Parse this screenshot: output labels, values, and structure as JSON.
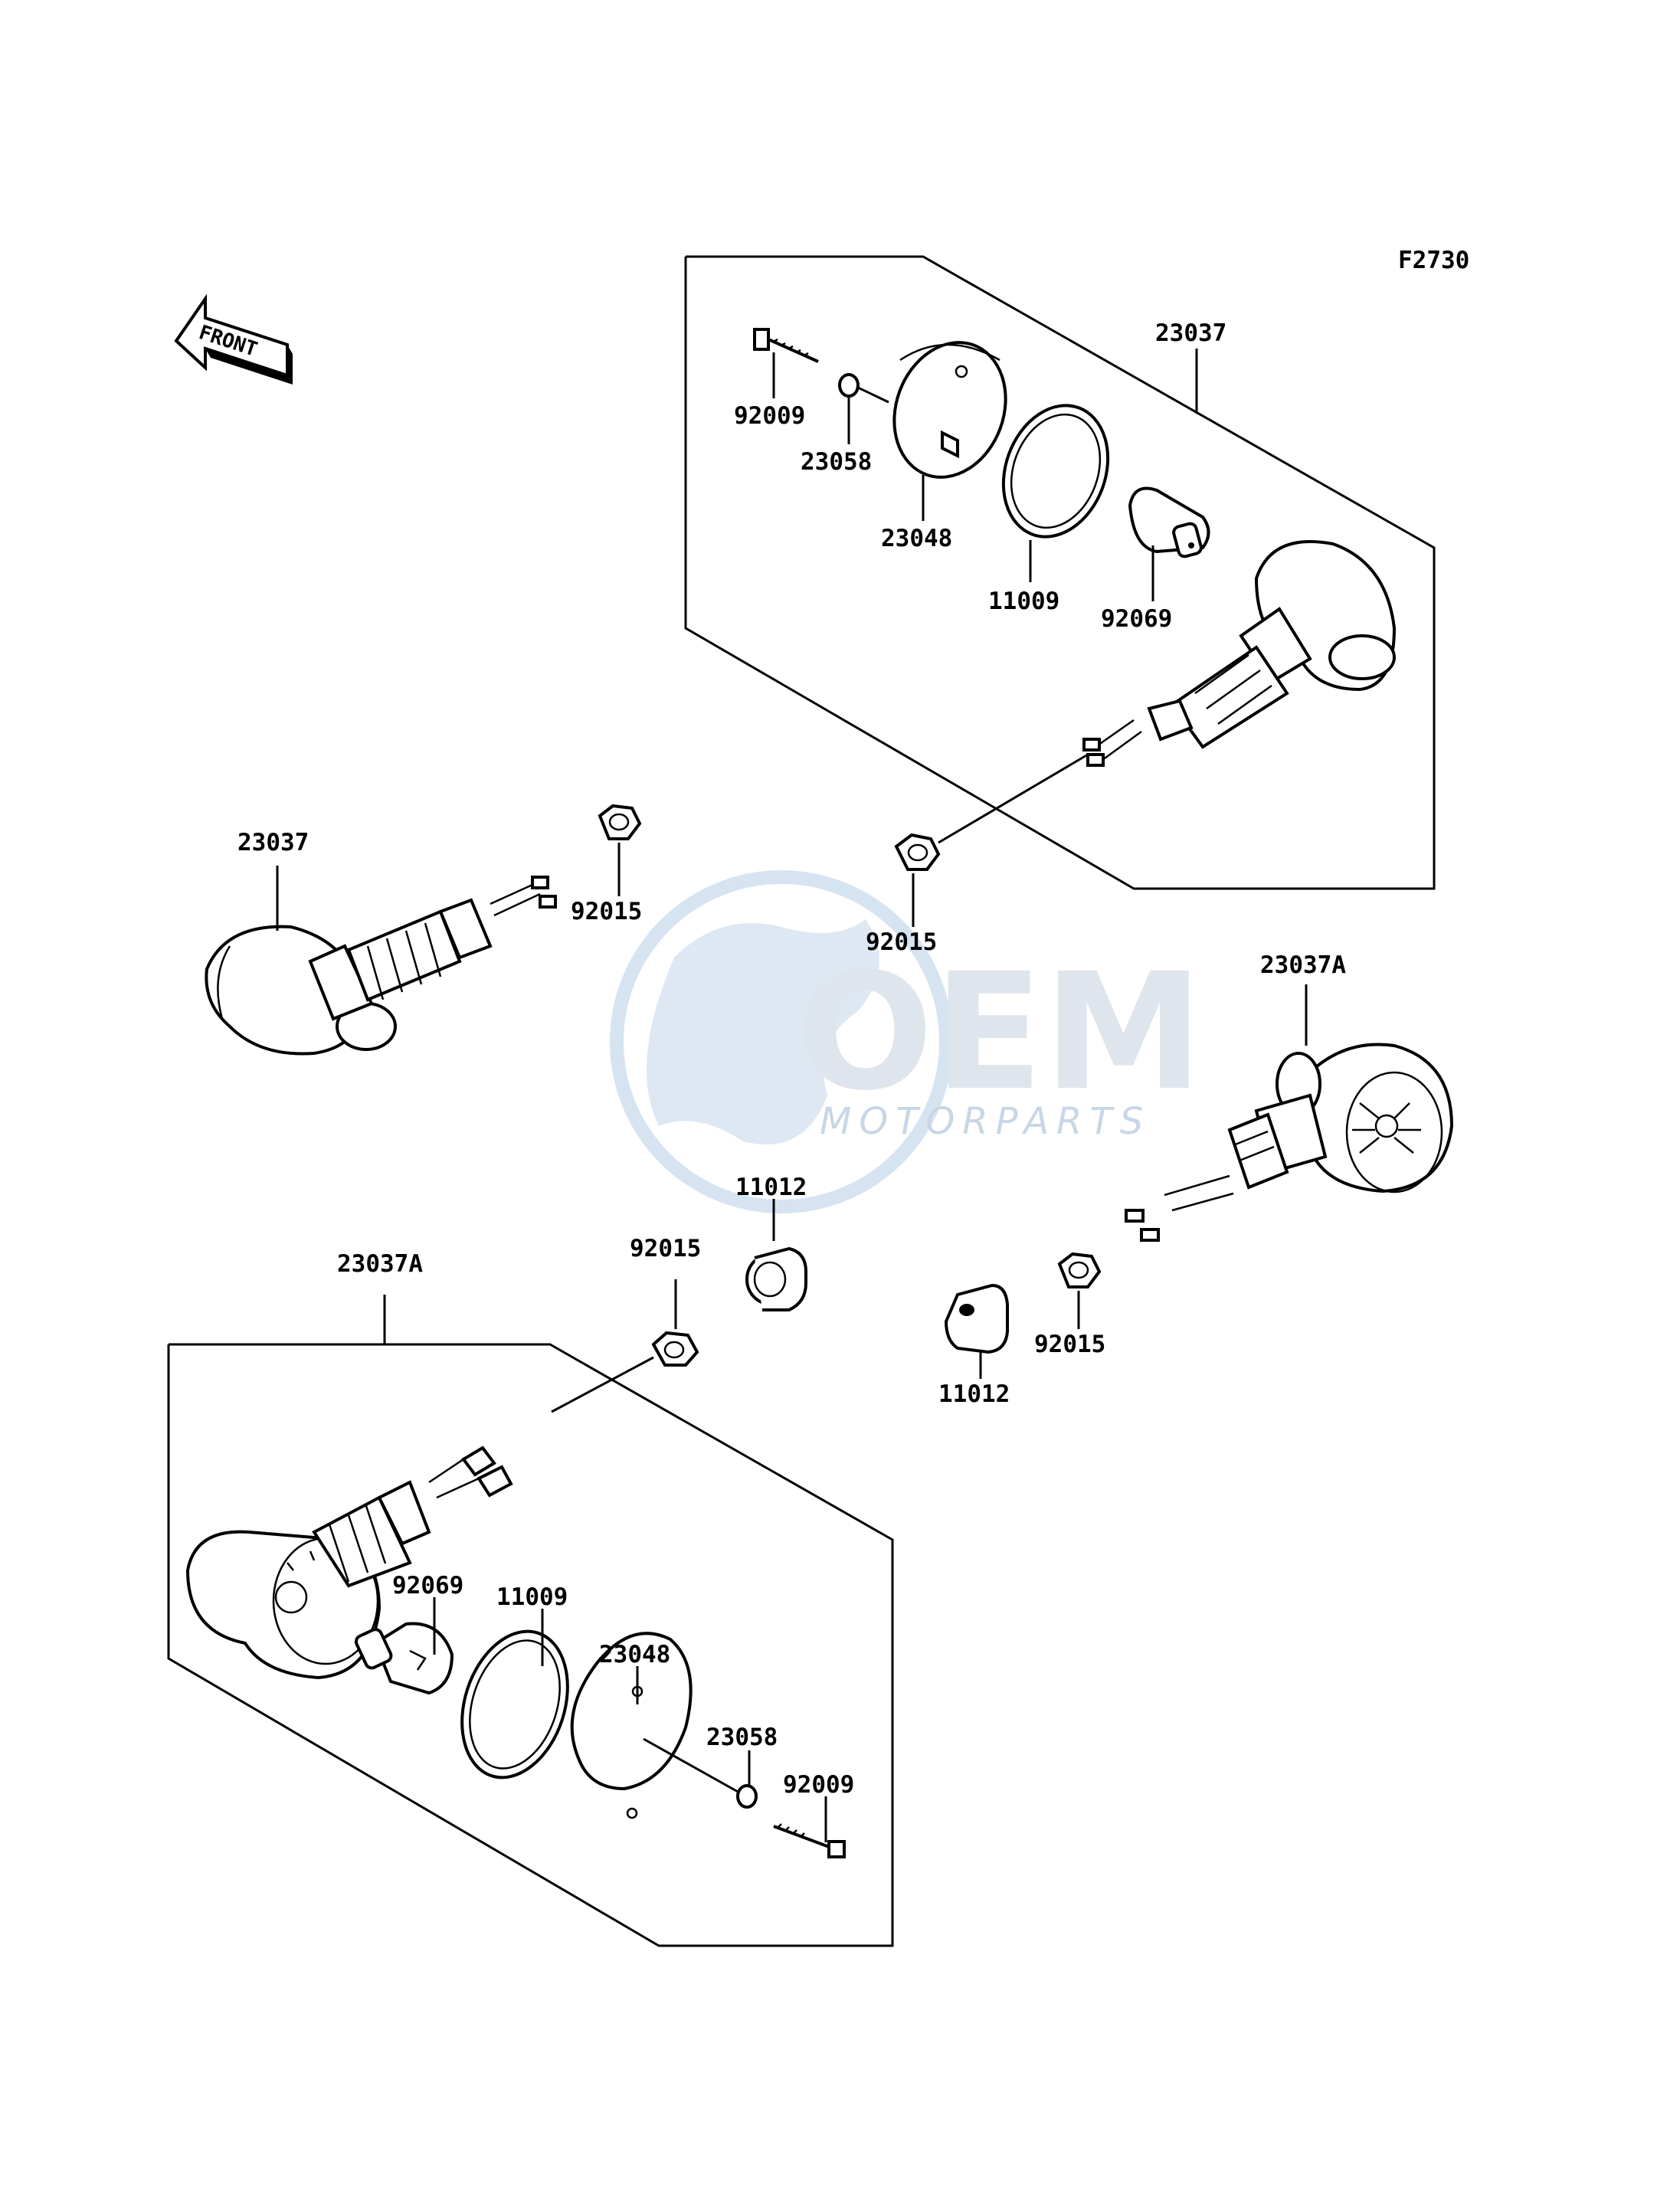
{
  "figure_code": "F2730",
  "front_label": "FRONT",
  "watermark": {
    "brand": "OEM",
    "sub": "MOTORPARTS"
  },
  "callouts": {
    "top_group": "23037",
    "top_bolt": "92009",
    "top_washer": "23058",
    "top_lens": "23048",
    "top_gasket": "11009",
    "top_bulb": "92069",
    "top_nut": "92015",
    "left_signal": "23037",
    "left_nut": "92015",
    "right_signal": "23037A",
    "right_nut": "92015",
    "right_spacer": "11012",
    "mid_spacer": "11012",
    "bottom_group": "23037A",
    "bottom_nut": "92015",
    "bottom_bulb": "92069",
    "bottom_gasket": "11009",
    "bottom_lens": "23048",
    "bottom_washer": "23058",
    "bottom_bolt": "92009"
  }
}
